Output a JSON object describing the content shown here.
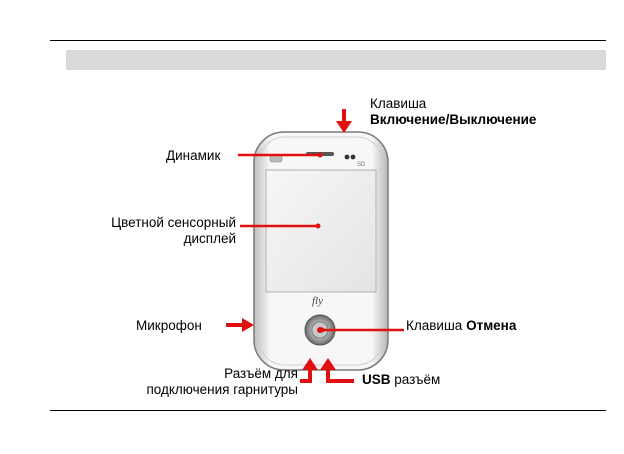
{
  "labels": {
    "power_key_line1": "Клавиша",
    "power_key_line2": "Включение/Выключение",
    "speaker": "Динамик",
    "display_line1": "Цветной сенсорный",
    "display_line2": "дисплей",
    "microphone": "Микрофон",
    "cancel_key_prefix": "Клавиша",
    "cancel_key_bold": "Отмена",
    "headset_line1": "Разъём для",
    "headset_line2": "подключения гарнитуры",
    "usb_bold": "USB",
    "usb_rest": "разъём"
  },
  "phone": {
    "brand": "fly",
    "icon_tl": "WiFi",
    "icon_tr": "SD",
    "body_color": "#f2f2f2",
    "screen_color": "#ececec",
    "accent_arrow": "#e01010"
  }
}
